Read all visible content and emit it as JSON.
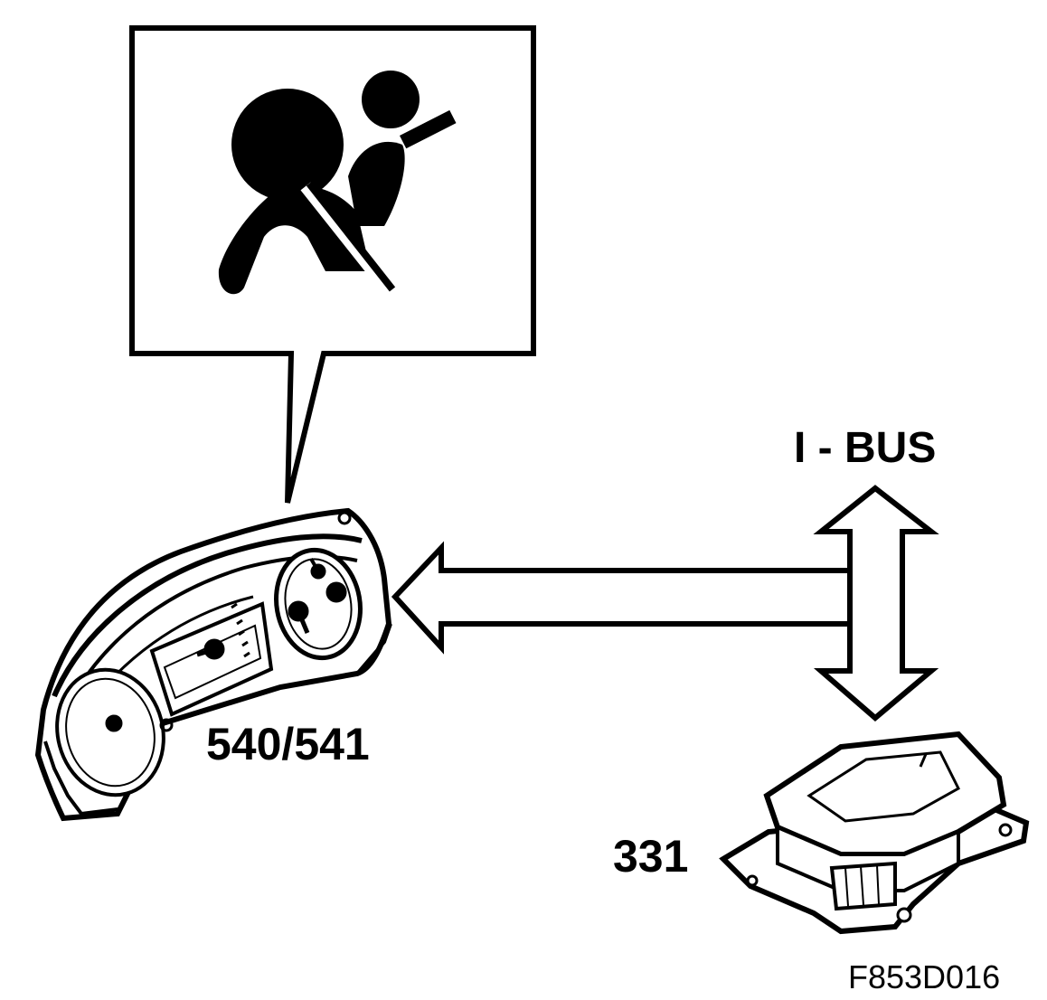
{
  "labels": {
    "bus": "I - BUS",
    "instrument_cluster": "540/541",
    "airbag_module": "331",
    "figure_id": "F853D016"
  },
  "symbols": {
    "warning_icon": "airbag-warning-icon"
  },
  "colors": {
    "ink": "#000000",
    "paper": "#ffffff"
  }
}
